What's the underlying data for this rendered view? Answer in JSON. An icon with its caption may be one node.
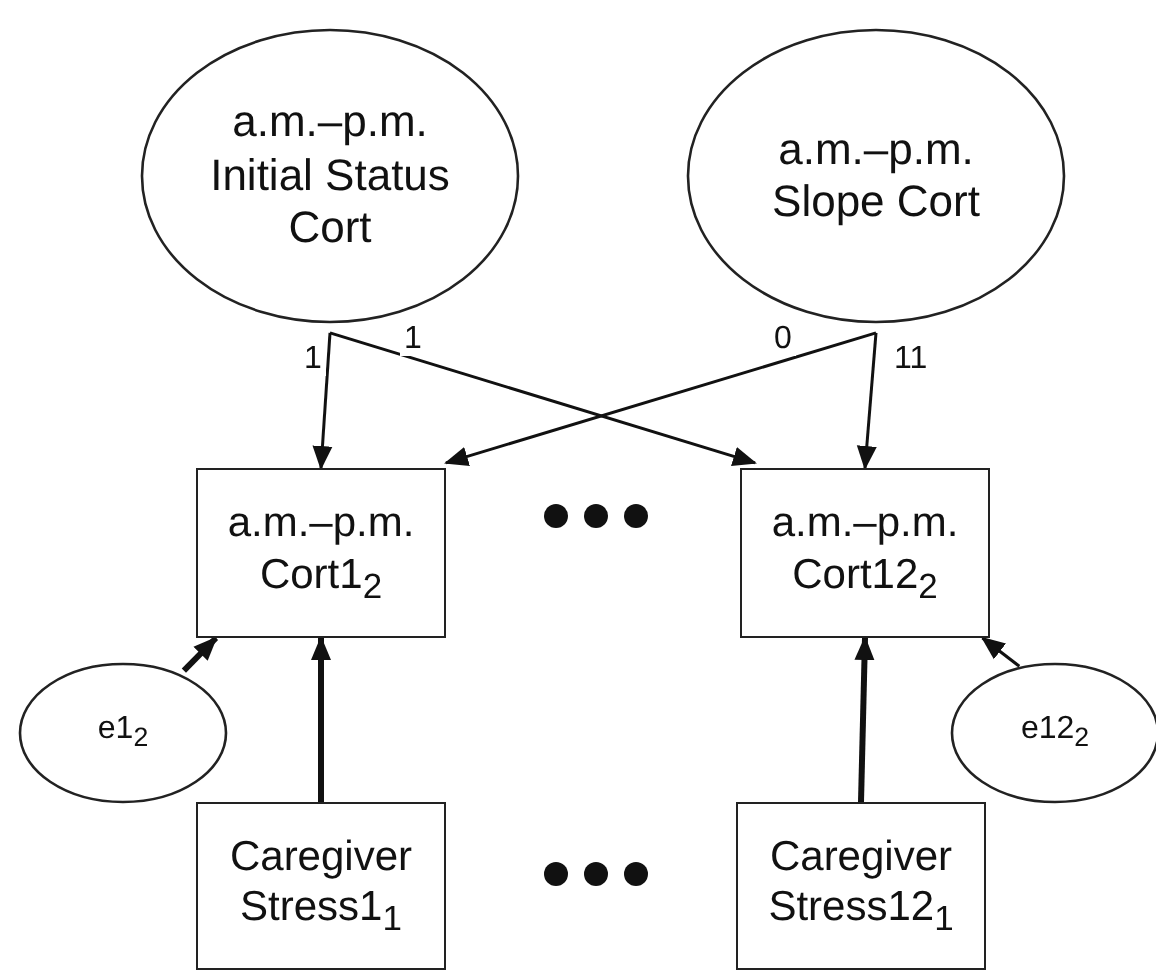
{
  "diagram": {
    "nodes": [
      {
        "text": [
          "a.m.–p.m. Initial Status Cort"
        ]
      },
      {
        "text": [
          "a.m.–p.m. Slope Cort"
        ]
      },
      {
        "text": [
          "a.m.–p.m. Cort1$_{2}$"
        ]
      },
      {
        "text": [
          "a.m.–p.m. Cort12$_{2}$"
        ]
      },
      {
        "text": [
          "e1$_{2}$"
        ]
      },
      {
        "text": [
          "e12$_{2}$"
        ]
      },
      {
        "text": [
          "Caregiver Stress1$_{1}$"
        ]
      },
      {
        "text": [
          "Caregiver Stress12$_{1}$"
        ]
      }
    ],
    "edges": [
      {
        "from": 0,
        "to": 2,
        "arrow": "to",
        "label": "1"
      },
      {
        "from": 0,
        "to": 3,
        "arrow": "to",
        "label": "1"
      },
      {
        "from": 1,
        "to": 2,
        "arrow": "to",
        "label": "0"
      },
      {
        "from": 1,
        "to": 3,
        "arrow": "to",
        "label": "11"
      },
      {
        "from": 4,
        "to": 2,
        "arrow": "to",
        "style": "thick"
      },
      {
        "from": 5,
        "to": 3,
        "arrow": "to"
      },
      {
        "from": 6,
        "to": 2,
        "arrow": "to",
        "style": "thick"
      },
      {
        "from": 7,
        "to": 3,
        "arrow": "to",
        "style": "thick"
      }
    ]
  }
}
